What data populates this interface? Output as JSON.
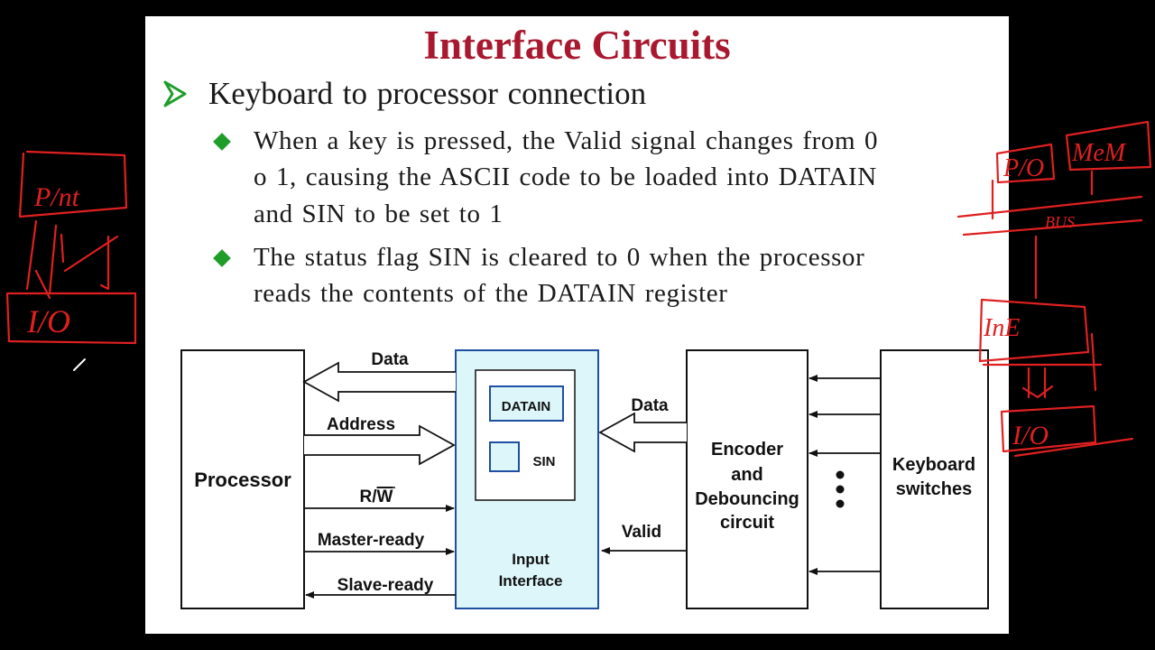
{
  "slide": {
    "title": "Interface Circuits",
    "bullet": "Keyboard to processor  connection",
    "subbullets": [
      {
        "lines": [
          "When a key is pressed, the Valid signal changes from 0",
          "o 1, causing the ASCII code to be loaded into DATAIN",
          "and SIN to be set to 1"
        ]
      },
      {
        "lines": [
          "The status flag SIN is cleared to 0 when the processor",
          "reads the contents  of the DATAIN  register"
        ]
      }
    ]
  },
  "diagram": {
    "processor": "Processor",
    "signals": {
      "data_top": "Data",
      "address": "Address",
      "rw_r": "R/",
      "rw_w": "W",
      "master_ready": "Master-ready",
      "slave_ready": "Slave-ready",
      "data_right": "Data",
      "valid": "Valid"
    },
    "datain": "DATAIN",
    "sin": "SIN",
    "input_interface_line1": "Input",
    "input_interface_line2": "Interface",
    "encoder_lines": [
      "Encoder",
      "and",
      "Debouncing",
      "circuit"
    ],
    "keyboard_lines": [
      "Keyboard",
      "switches"
    ],
    "colors": {
      "interface_fill": "#ddf6fa",
      "interface_stroke": "#1f4fa0",
      "title_color": "#a8182e",
      "bullet_green": "#1f9d2b",
      "annotation_red": "#e02020"
    }
  },
  "annotations": {
    "left_top": "P/nt",
    "left_bottom": "I/O",
    "right_io": "P/O",
    "right_mem": "MeM",
    "right_bus": "BUS",
    "right_interface": "InE",
    "right_bottom": "I/O"
  }
}
